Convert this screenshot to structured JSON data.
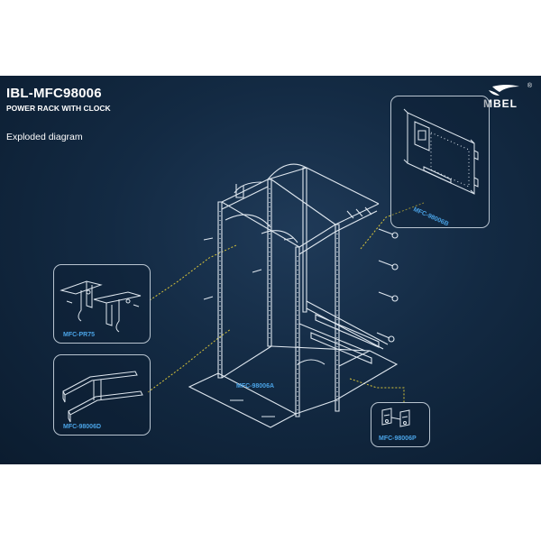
{
  "header": {
    "model": "IBL-MFC98006",
    "product": "POWER RACK WITH CLOCK",
    "caption": "Exploded diagram"
  },
  "brand": {
    "logo_text": "MBEL",
    "registered": "®"
  },
  "parts": [
    {
      "code": "MFC-PR75"
    },
    {
      "code": "MFC-98006D"
    },
    {
      "code": "MFC-98006A"
    },
    {
      "code": "MFC-98006B"
    },
    {
      "code": "MFC-98006P"
    }
  ],
  "colors": {
    "background": "#132a43",
    "line_art": "#dfe7ef",
    "label": "#4aa3e6",
    "leader": "#d8c43a"
  }
}
